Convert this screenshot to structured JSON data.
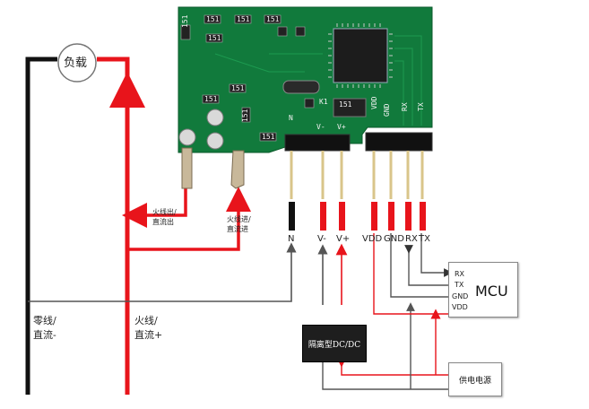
{
  "load": {
    "label": "负载"
  },
  "neutral": {
    "label_line1": "零线/",
    "label_line2": "直流-"
  },
  "live": {
    "label_line1": "火线/",
    "label_line2": "直流+"
  },
  "live_out": {
    "label_line1": "火线出/",
    "label_line2": "直流出"
  },
  "live_in": {
    "label_line1": "火线进/",
    "label_line2": "直流进"
  },
  "module": {
    "silk_n": "N",
    "silk_vminus": "V-",
    "silk_vplus": "V+",
    "silk_gnd": "GND",
    "silk_vdd": "VDD",
    "silk_rx": "RX",
    "silk_tx": "TX",
    "silk_k1": "K1",
    "chip_codes": [
      "151",
      "151",
      "151",
      "151",
      "151",
      "151",
      "151",
      "151",
      "151",
      "151"
    ]
  },
  "pins": [
    "N",
    "V-",
    "V+",
    "VDD",
    "GND",
    "RX",
    "TX"
  ],
  "mcu": {
    "label": "MCU",
    "pins": [
      "RX",
      "TX",
      "GND",
      "VDD"
    ]
  },
  "dcdc": {
    "label": "隔离型DC/DC"
  },
  "power": {
    "label": "供电电源"
  },
  "colors": {
    "red": "#e8141b",
    "black": "#111111",
    "gray": "#555555",
    "pcb": "#117a3c",
    "pcb_dark": "#0b5a2b",
    "dcdc_bg": "#1e1e1e"
  }
}
